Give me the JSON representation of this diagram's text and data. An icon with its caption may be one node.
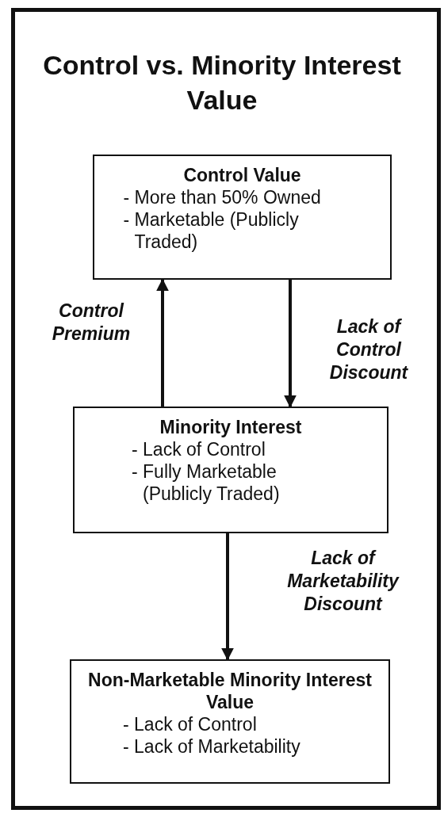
{
  "diagram": {
    "title": "Control vs. Minority Interest Value",
    "nodes": [
      {
        "text": [
          "Control Value",
          "- More than 50% Owned",
          "- Marketable (Publicly Traded)"
        ]
      },
      {
        "text": [
          "Minority Interest",
          "- Lack of Control",
          "- Fully Marketable (Publicly Traded)"
        ]
      },
      {
        "text": [
          "Non-Marketable Minority Interest Value",
          "- Lack of Control",
          "- Lack of Marketability"
        ]
      }
    ],
    "edges": [
      {
        "from": 1,
        "to": 0,
        "arrow": "to",
        "label": "Control Premium"
      },
      {
        "from": 0,
        "to": 1,
        "arrow": "to",
        "label": "Lack of Control Discount"
      },
      {
        "from": 1,
        "to": 2,
        "arrow": "to",
        "label": "Lack of Marketability Discount"
      }
    ]
  }
}
